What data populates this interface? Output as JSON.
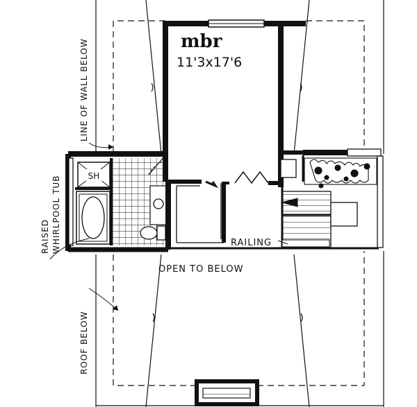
{
  "rooms": {
    "master_bedroom": {
      "name": "mbr",
      "dimensions": "11'3x17'6"
    },
    "shower": "SH"
  },
  "labels": {
    "line_of_wall_below": "LINE OF WALL BELOW",
    "whirlpool_line1": "RAISED",
    "whirlpool_line2": "WHIRLPOOL TUB",
    "railing": "RAILING",
    "open_to_below": "OPEN TO BELOW",
    "roof_below": "ROOF BELOW"
  }
}
